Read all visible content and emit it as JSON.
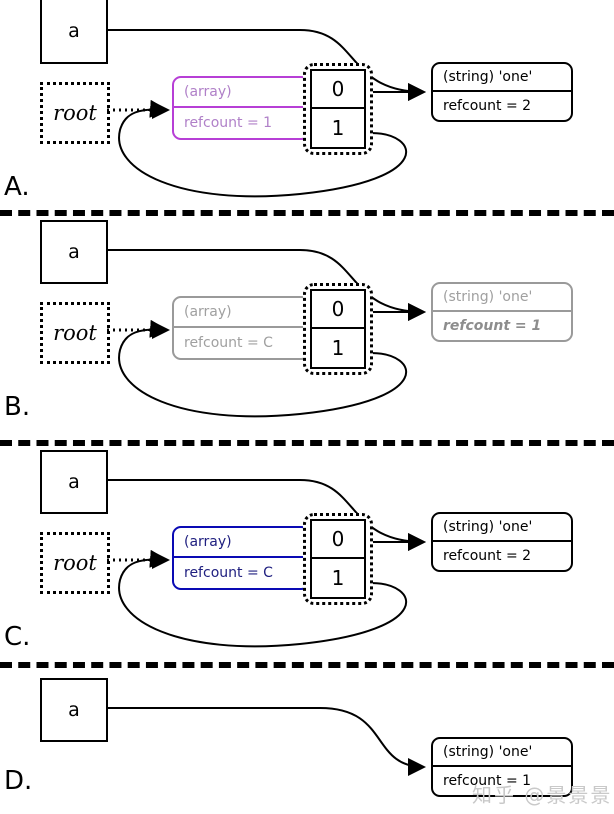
{
  "figure": {
    "watermark": "知乎 @景景景"
  },
  "panels": [
    {
      "label": "A.",
      "variable": "a",
      "root": "root",
      "array": {
        "type_label": "(array)",
        "refcount_label": "refcount = 1",
        "color": "#b73fd6",
        "state": "highlighted-purple"
      },
      "slots": {
        "zero": "0",
        "one": "1"
      },
      "string": {
        "type_label": "(string) 'one'",
        "refcount_label": "refcount = 2",
        "color": "#000000",
        "state": "normal"
      }
    },
    {
      "label": "B.",
      "variable": "a",
      "root": "root",
      "array": {
        "type_label": "(array)",
        "refcount_label": "refcount = C",
        "color": "#9a9a9a",
        "state": "faded-gray"
      },
      "slots": {
        "zero": "0",
        "one": "1"
      },
      "string": {
        "type_label": "(string) 'one'",
        "refcount_label": "refcount = 1",
        "color": "#9a9a9a",
        "state": "faded-gray-italic"
      }
    },
    {
      "label": "C.",
      "variable": "a",
      "root": "root",
      "array": {
        "type_label": "(array)",
        "refcount_label": "refcount = C",
        "color": "#0a0ab4",
        "state": "highlighted-blue"
      },
      "slots": {
        "zero": "0",
        "one": "1"
      },
      "string": {
        "type_label": "(string) 'one'",
        "refcount_label": "refcount = 2",
        "color": "#000000",
        "state": "normal"
      }
    },
    {
      "label": "D.",
      "variable": "a",
      "root": null,
      "array": null,
      "slots": null,
      "string": {
        "type_label": "(string) 'one'",
        "refcount_label": "refcount = 1",
        "color": "#000000",
        "state": "normal"
      }
    }
  ]
}
